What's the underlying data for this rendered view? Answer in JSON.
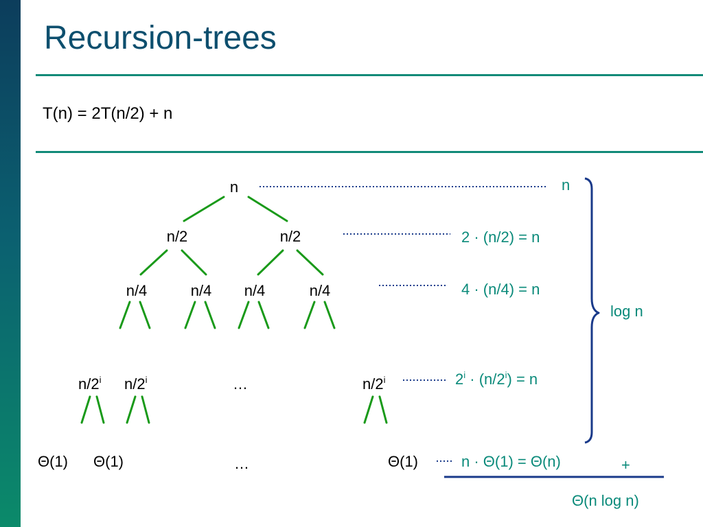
{
  "slide": {
    "title": "Recursion-trees",
    "recurrence": "T(n) = 2T(n/2) +  n"
  },
  "tree": {
    "level0": [
      "n"
    ],
    "level1": [
      "n/2",
      "n/2"
    ],
    "level2": [
      "n/4",
      "n/4",
      "n/4",
      "n/4"
    ],
    "level_i_base": "n/2",
    "level_i_sup": "i",
    "ellipsis": "…",
    "leaf": "Θ(1)"
  },
  "costs": {
    "row0": "n",
    "row1": "2 · (n/2)  =  n",
    "row2": "4 · (n/4)  =  n",
    "row_i": {
      "p1": "2",
      "sup1": "i",
      "p2": " · (n/2",
      "sup2": "i",
      "p3": ")  =  n"
    },
    "row_leaf": "n · Θ(1)  = Θ(n)",
    "plus": "+",
    "total": "Θ(n log n)"
  },
  "brace_label": "log n",
  "colors": {
    "accent": "#0a8a7a",
    "edges": "#1a9a1a",
    "title": "#0d4f6e",
    "rules": "#128a78",
    "dots": "#1a3a8a",
    "brace": "#1a3a8a"
  }
}
